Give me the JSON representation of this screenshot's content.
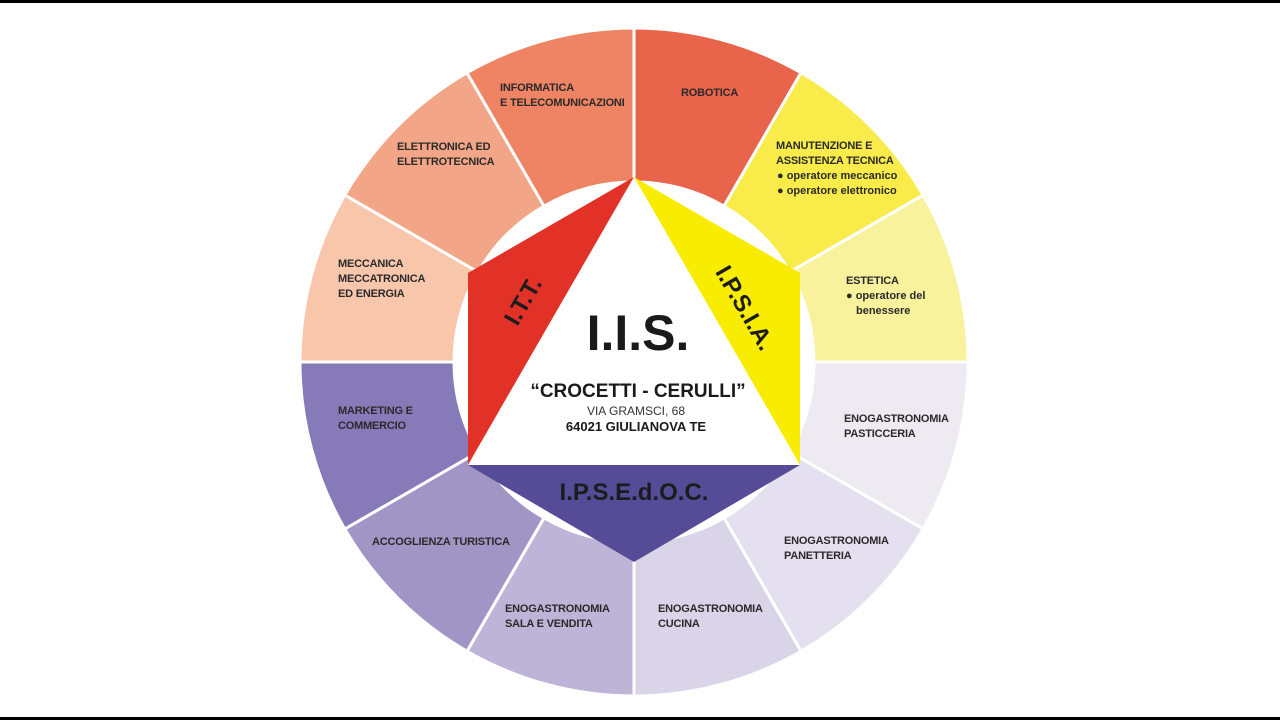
{
  "colors": {
    "itt": "#e23228",
    "ipsia": "#f8ed00",
    "ipsedoc": "#564b97",
    "hub_fill": "#ffffff",
    "hub_ring": "#ffffff",
    "divider": "#ffffff"
  },
  "center": {
    "title": "I.I.S.",
    "name": "“CROCETTI - CERULLI”",
    "address": "VIA GRAMSCI, 68",
    "city": "64021 GIULIANOVA  TE"
  },
  "triangle_labels": {
    "itt": "I.T.T.",
    "ipsia": "I.P.S.I.A.",
    "ipsedoc": "I.P.S.E.d.O.C."
  },
  "segments": [
    {
      "id": "robotica",
      "lines": [
        "ROBOTICA"
      ],
      "bullets": [],
      "color": "#e8644a"
    },
    {
      "id": "manutenzione",
      "lines": [
        "MANUTENZIONE E",
        "ASSISTENZA TECNICA"
      ],
      "bullets": [
        "operatore meccanico",
        "operatore elettronico"
      ],
      "color": "#f9ec4a"
    },
    {
      "id": "estetica",
      "lines": [
        "ESTETICA"
      ],
      "bullets": [
        "operatore del benessere"
      ],
      "color": "#f8f29c"
    },
    {
      "id": "enogastronomia-pasticceria",
      "lines": [
        "ENOGASTRONOMIA",
        "PASTICCERIA"
      ],
      "bullets": [],
      "color": "#eeeaf1"
    },
    {
      "id": "enogastronomia-panetteria",
      "lines": [
        "ENOGASTRONOMIA",
        "PANETTERIA"
      ],
      "bullets": [],
      "color": "#e5e0ef"
    },
    {
      "id": "enogastronomia-cucina",
      "lines": [
        "ENOGASTRONOMIA",
        "CUCINA"
      ],
      "bullets": [],
      "color": "#dad4e9"
    },
    {
      "id": "enogastronomia-sala",
      "lines": [
        "ENOGASTRONOMIA",
        "SALA E VENDITA"
      ],
      "bullets": [],
      "color": "#bdb4d7"
    },
    {
      "id": "accoglienza",
      "lines": [
        "ACCOGLIENZA TURISTICA"
      ],
      "bullets": [],
      "color": "#a195c6"
    },
    {
      "id": "marketing",
      "lines": [
        "MARKETING E",
        "COMMERCIO"
      ],
      "bullets": [],
      "color": "#877ab8"
    },
    {
      "id": "meccanica",
      "lines": [
        "MECCANICA",
        "MECCATRONICA",
        "ED ENERGIA"
      ],
      "bullets": [],
      "color": "#f8c7ab"
    },
    {
      "id": "elettronica",
      "lines": [
        "ELETTRONICA ED",
        "ELETTROTECNICA"
      ],
      "bullets": [],
      "color": "#f3a687"
    },
    {
      "id": "informatica",
      "lines": [
        "INFORMATICA",
        "E TELECOMUNICAZIONI"
      ],
      "bullets": [],
      "color": "#ee8463"
    }
  ]
}
